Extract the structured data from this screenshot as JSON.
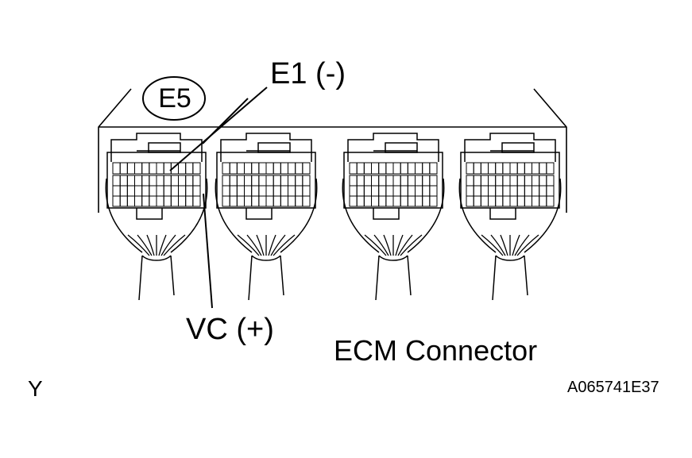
{
  "labels": {
    "connector_code": "E5",
    "e1": "E1 (-)",
    "vc": "VC (+)",
    "title": "ECM Connector",
    "corner_mark": "Y",
    "figure_id": "A065741E37"
  },
  "colors": {
    "line": "#000000",
    "background": "#ffffff"
  }
}
